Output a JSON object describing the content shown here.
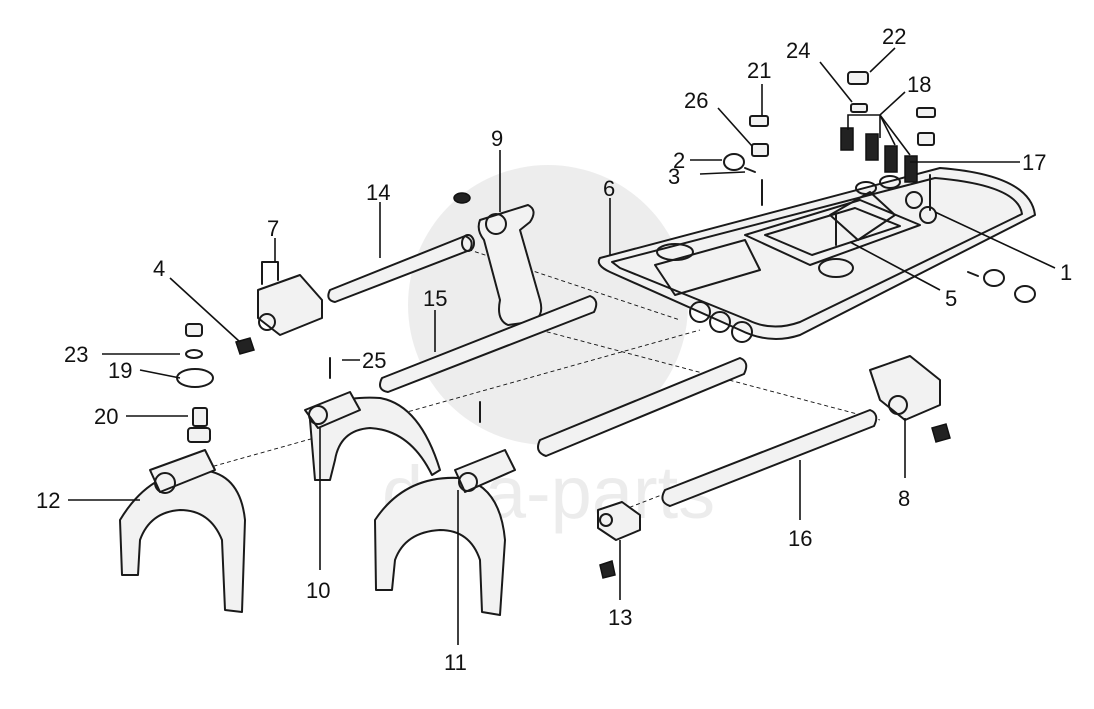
{
  "diagram": {
    "type": "exploded-parts-diagram",
    "watermark": "data-parts",
    "part_numbers": [
      "1",
      "2",
      "3",
      "4",
      "5",
      "6",
      "7",
      "8",
      "9",
      "10",
      "11",
      "12",
      "13",
      "14",
      "15",
      "16",
      "17",
      "18",
      "19",
      "20",
      "21",
      "22",
      "23",
      "24",
      "25",
      "26"
    ],
    "colors": {
      "line": "#1a1a1a",
      "background": "#ffffff",
      "watermark": "#000000"
    }
  }
}
